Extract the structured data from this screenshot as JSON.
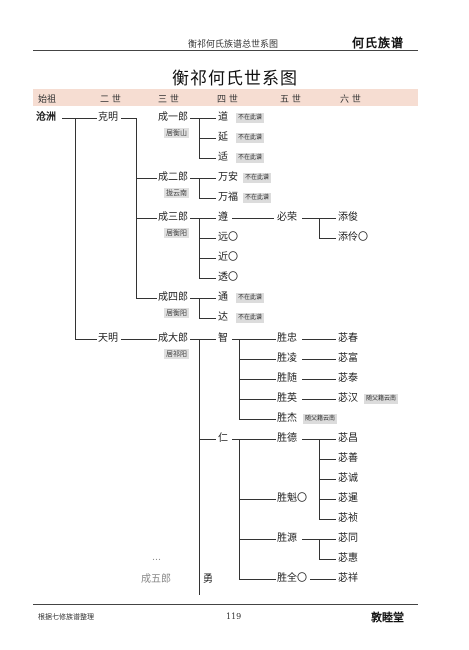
{
  "header": {
    "title": "衡祁何氏族谱总世系图",
    "brand": "何氏族谱"
  },
  "main_title": "衡祁何氏世系图",
  "generations": [
    "始祖",
    "二 世",
    "三 世",
    "四 世",
    "五 世",
    "六 世"
  ],
  "founder": "沧洲",
  "gen2": [
    "克明",
    "天明"
  ],
  "gen3": [
    "成一郎",
    "成二郎",
    "成三郎",
    "成四郎",
    "成大郎",
    "…",
    "成五郎"
  ],
  "gen3_locations": [
    "居衡山",
    "拢云南",
    "居衡阳",
    "居衡阳",
    "居祁阳"
  ],
  "gen4": [
    "道",
    "延",
    "适",
    "万安",
    "万福",
    "遵",
    "远〇",
    "近〇",
    "透〇",
    "通",
    "达",
    "智",
    "仁",
    "勇"
  ],
  "gen5": [
    "必荣",
    "胜忠",
    "胜凌",
    "胜随",
    "胜英",
    "胜杰",
    "胜德",
    "胜魁〇",
    "胜源",
    "胜全〇"
  ],
  "gen6": [
    "添俊",
    "添伶〇",
    "苾春",
    "苾富",
    "苾泰",
    "苾汉",
    "苾昌",
    "苾善",
    "苾诚",
    "苾暹",
    "苾祯",
    "苾同",
    "苾惠",
    "苾祥"
  ],
  "notes": {
    "not_in_register": "不在此谱",
    "moved_yunnan": "随父籍云南"
  },
  "footer": {
    "left": "根据七修族谱整理",
    "page": "119",
    "brand": "敦睦堂"
  }
}
